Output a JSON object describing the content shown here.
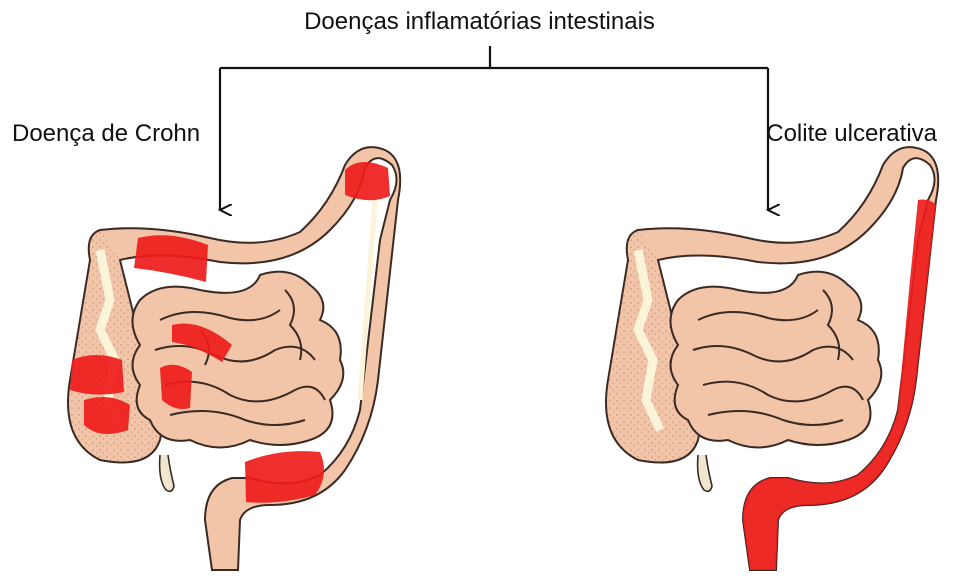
{
  "title": "Doenças inflamatórias intestinais",
  "branches": [
    {
      "label": "Doença de Crohn"
    },
    {
      "label": "Colite ulcerativa"
    }
  ],
  "colors": {
    "intestine_fill": "#f2c4a8",
    "intestine_shade": "#e9a988",
    "outline": "#3a2a24",
    "inflammation": "#ee1c1c",
    "mesentery": "#fbf4d8",
    "connector": "#111111"
  }
}
